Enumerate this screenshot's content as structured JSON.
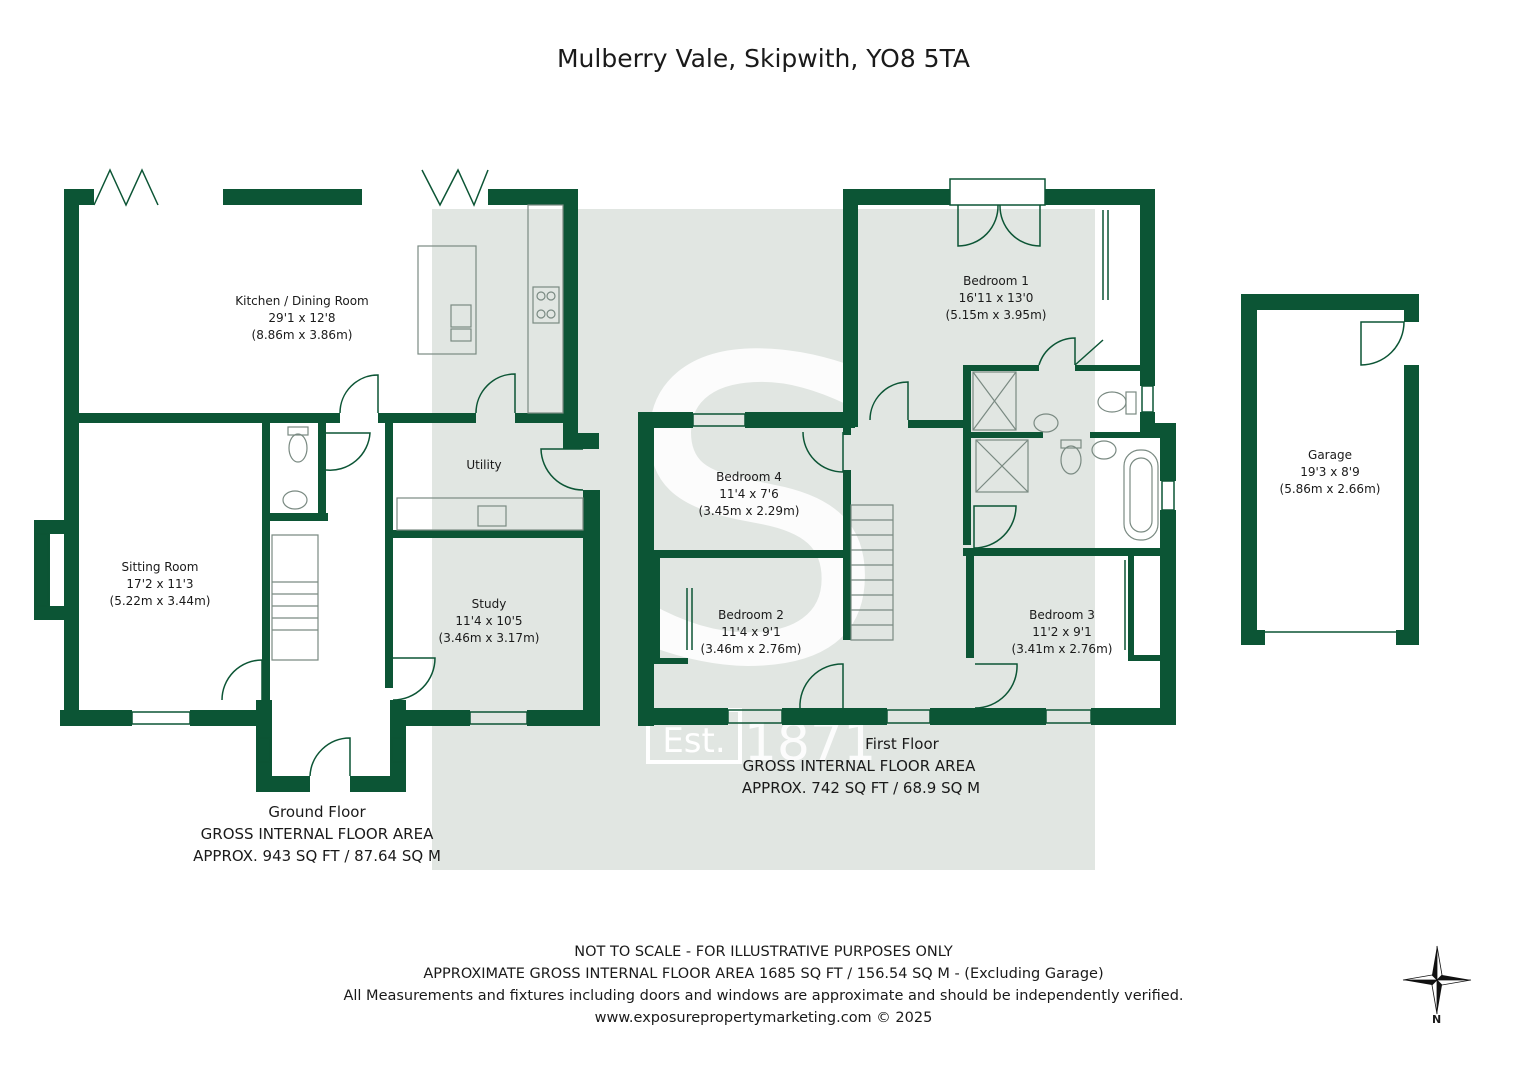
{
  "title": "Mulberry Vale, Skipwith, YO8 5TA",
  "colors": {
    "wall": "#0c5535",
    "watermark": "#d7ddd8",
    "fixture": "#7a8a82"
  },
  "watermark": {
    "letter": "S",
    "est": "Est.",
    "year": "1871"
  },
  "ground_floor": {
    "rooms": [
      {
        "name": "Kitchen / Dining Room",
        "imperial": "29'1 x 12'8",
        "metric": "(8.86m x 3.86m)"
      },
      {
        "name": "Utility",
        "imperial": "",
        "metric": ""
      },
      {
        "name": "Sitting Room",
        "imperial": "17'2 x 11'3",
        "metric": "(5.22m x 3.44m)"
      },
      {
        "name": "Study",
        "imperial": "11'4 x 10'5",
        "metric": "(3.46m x 3.17m)"
      }
    ],
    "caption": {
      "label": "Ground Floor",
      "area_label": "GROSS INTERNAL FLOOR AREA",
      "area": "APPROX. 943 SQ FT / 87.64 SQ M"
    }
  },
  "first_floor": {
    "rooms": [
      {
        "name": "Bedroom 1",
        "imperial": "16'11 x 13'0",
        "metric": "(5.15m x 3.95m)"
      },
      {
        "name": "Bedroom 4",
        "imperial": "11'4 x 7'6",
        "metric": "(3.45m x 2.29m)"
      },
      {
        "name": "Bedroom 2",
        "imperial": "11'4 x 9'1",
        "metric": "(3.46m x 2.76m)"
      },
      {
        "name": "Bedroom 3",
        "imperial": "11'2 x 9'1",
        "metric": "(3.41m x 2.76m)"
      }
    ],
    "caption": {
      "label": "First Floor",
      "area_label": "GROSS INTERNAL FLOOR AREA",
      "area": "APPROX. 742 SQ FT / 68.9 SQ M"
    }
  },
  "garage": {
    "name": "Garage",
    "imperial": "19'3 x 8'9",
    "metric": "(5.86m x 2.66m)"
  },
  "footer": {
    "line1": "NOT TO SCALE - FOR ILLUSTRATIVE PURPOSES ONLY",
    "line2": "APPROXIMATE GROSS INTERNAL FLOOR AREA 1685 SQ FT / 156.54 SQ M - (Excluding Garage)",
    "line3": "All Measurements and fixtures including doors and windows are approximate and should be independently verified.",
    "line4": "www.exposurepropertymarketing.com © 2025"
  },
  "compass": {
    "icon": "compass-icon",
    "label": "N"
  }
}
